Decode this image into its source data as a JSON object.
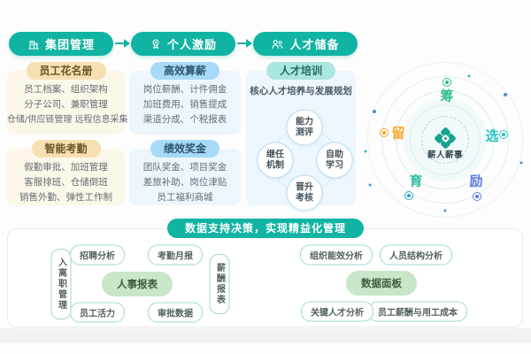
{
  "flow": {
    "steps": [
      {
        "label": "集团管理",
        "icon": "building-icon"
      },
      {
        "label": "个人激励",
        "icon": "medal-icon"
      },
      {
        "label": "人才储备",
        "icon": "people-icon"
      }
    ]
  },
  "cards": [
    {
      "title": "员工花名册",
      "items": [
        "员工档案、组织架构",
        "分子公司、兼职管理",
        "仓储/供应链管理 远程信息采集"
      ]
    },
    {
      "title": "智能考勤",
      "items": [
        "假勤审批、加班管理",
        "客服排班、仓储倒班",
        "销售外勤、弹性工作制"
      ]
    },
    {
      "title": "高效算薪",
      "items": [
        "岗位薪酬、计件佣金",
        "加班费用、销售提成",
        "渠道分成、个税报表"
      ]
    },
    {
      "title": "绩效奖金",
      "items": [
        "团队奖金、项目奖金",
        "差旅补助、岗位津贴",
        "员工福利商城"
      ]
    },
    {
      "title": "人才培训",
      "subtitle": "核心人才培养与发展规划",
      "cycle": [
        "能力测评",
        "自助学习",
        "晋升考核",
        "继任机制"
      ]
    }
  ],
  "wheel": {
    "center_label": "薪人薪事",
    "stages": [
      {
        "label": "筹",
        "color": "#2fbf8f"
      },
      {
        "label": "选",
        "color": "#27c5c0"
      },
      {
        "label": "励",
        "color": "#5b7be0"
      },
      {
        "label": "育",
        "color": "#2fb9a4"
      },
      {
        "label": "留",
        "color": "#f5a623"
      }
    ]
  },
  "panel": {
    "title": "数据支持决策，实现精益化管理",
    "left_map": {
      "center": "人事报表",
      "nodes": [
        "招聘分析",
        "考勤月报",
        "薪酬报表",
        "审批数据",
        "员工活力",
        "入离职管理"
      ]
    },
    "right_map": {
      "center": "数据面板",
      "nodes": [
        "组织能效分析",
        "人员结构分析",
        "员工薪酬与用工成本",
        "关键人才分析"
      ]
    }
  },
  "colors": {
    "primary_teal": "#11b3a2",
    "cream_pill": "#f6dfb2",
    "blue_pill": "#a7daf8",
    "teal_pill": "#abe7e0",
    "center_green_pill": "#c9e6c9",
    "stage_green": "#2fbf8f",
    "stage_teal": "#27c5c0",
    "stage_blue": "#5b7be0",
    "stage_cyan": "#2fb9a4",
    "stage_orange": "#f5a623",
    "dot_blue": "#4a90d9"
  }
}
